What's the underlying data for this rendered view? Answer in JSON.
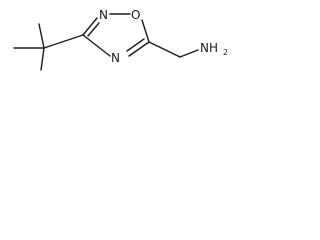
{
  "structure": {
    "atoms": {
      "ring_nitrogen_top": "N",
      "ring_oxygen": "O",
      "ring_nitrogen_bottom": "N",
      "amine_nitrogen": "NH",
      "amine_subscript": "2"
    }
  }
}
